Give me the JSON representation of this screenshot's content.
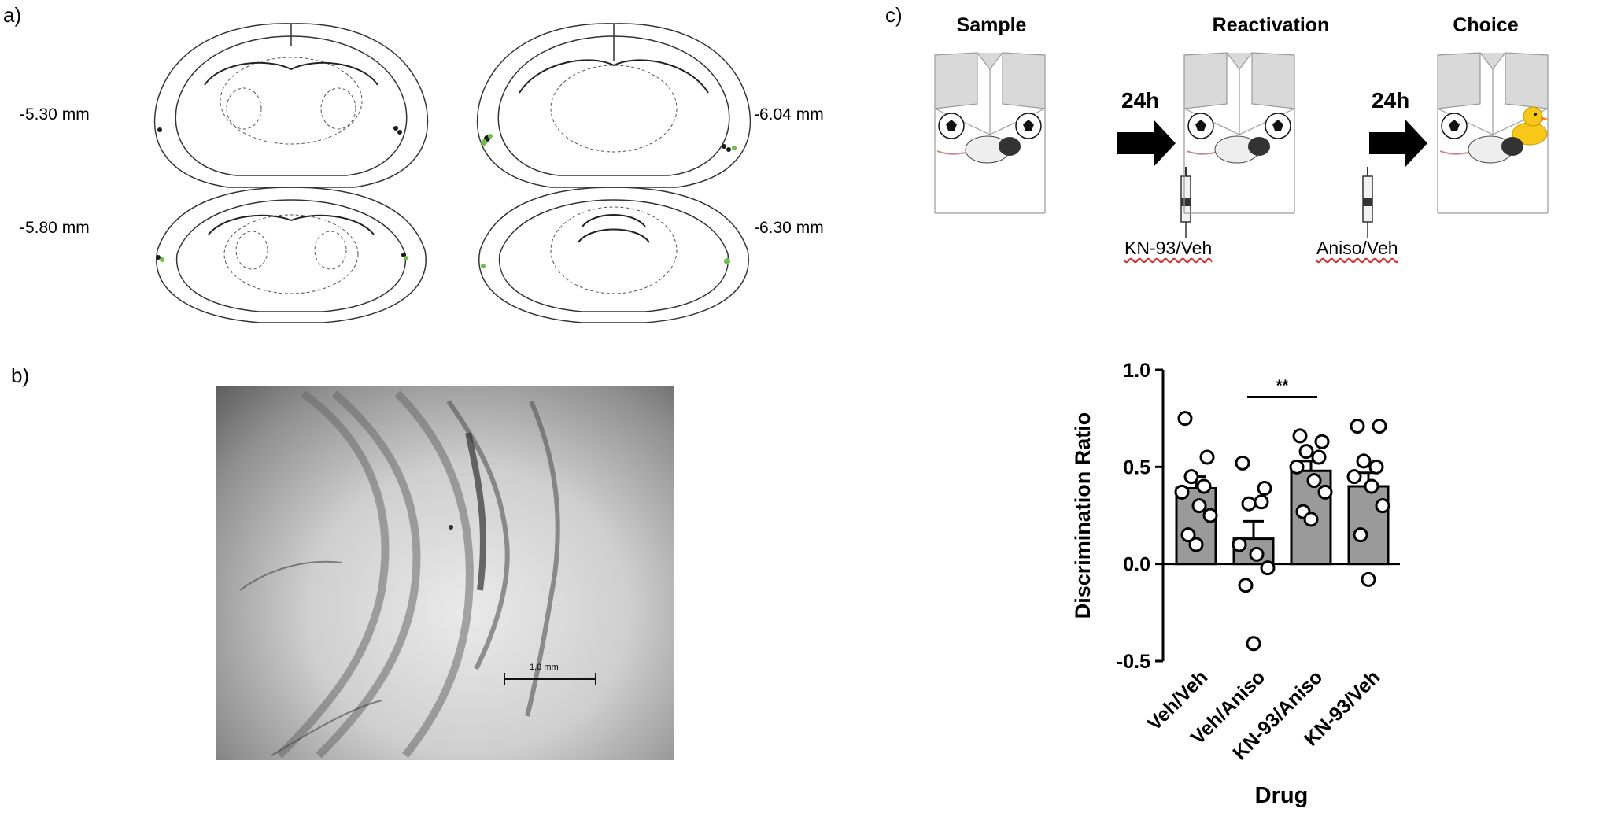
{
  "panels": {
    "a": "a)",
    "b": "b)",
    "c": "c)"
  },
  "coords": {
    "left_top": "-5.30 mm",
    "left_bottom": "-5.80 mm",
    "right_top": "-6.04 mm",
    "right_bottom": "-6.30 mm"
  },
  "micrograph": {
    "scale_label": "1.0 mm"
  },
  "protocol": {
    "steps": [
      "Sample",
      "Reactivation",
      "Choice"
    ],
    "intervals": [
      "24h",
      "24h"
    ],
    "drugs": [
      "KN-93/Veh",
      "Aniso/Veh"
    ]
  },
  "colors": {
    "bar_fill": "#9a9a9a",
    "marker_green": "#6fbf4a",
    "accent_wavy": "#d23b3b"
  },
  "chart_data": {
    "type": "bar",
    "xlabel": "Drug",
    "ylabel": "Discrimination Ratio",
    "ylim": [
      -0.5,
      1.0
    ],
    "yticks": [
      "1.0",
      "0.5",
      "0.0",
      "-0.5"
    ],
    "categories": [
      "Veh/Veh",
      "Veh/Aniso",
      "KN-93/Aniso",
      "KN-93/Veh"
    ],
    "values": [
      0.39,
      0.13,
      0.48,
      0.4
    ],
    "sem": [
      0.06,
      0.09,
      0.05,
      0.07
    ],
    "points": [
      [
        0.75,
        0.55,
        0.45,
        0.4,
        0.37,
        0.3,
        0.25,
        0.15,
        0.1
      ],
      [
        0.52,
        0.39,
        0.31,
        0.32,
        0.1,
        0.05,
        -0.02,
        -0.11,
        -0.41
      ],
      [
        0.66,
        0.63,
        0.58,
        0.55,
        0.5,
        0.43,
        0.37,
        0.27,
        0.23
      ],
      [
        0.71,
        0.71,
        0.53,
        0.5,
        0.45,
        0.4,
        0.3,
        0.15,
        -0.08
      ]
    ],
    "significance": {
      "between": [
        "Veh/Aniso",
        "KN-93/Aniso"
      ],
      "label": "**"
    }
  }
}
